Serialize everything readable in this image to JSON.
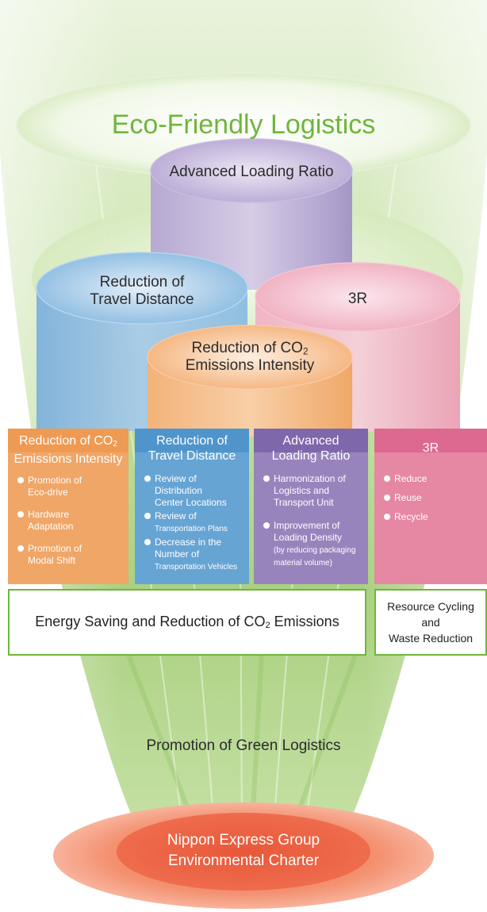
{
  "top_title": "Eco-Friendly Logistics",
  "cylinders": {
    "loading": "Advanced Loading Ratio",
    "travel_line1": "Reduction of",
    "travel_line2": "Travel Distance",
    "threeR": "3R",
    "co2_line1": "Reduction of CO",
    "co2_sub": "2",
    "co2_line2": "Emissions Intensity"
  },
  "columns": [
    {
      "head_line1": "Reduction of CO",
      "head_sub": "2",
      "head_line2": "Emissions Intensity",
      "items": [
        [
          "Promotion of",
          "Eco-drive"
        ],
        [
          "Hardware",
          "Adaptation"
        ],
        [
          "Promotion of",
          "Modal Shift"
        ]
      ]
    },
    {
      "head_line1": "Reduction of",
      "head_line2": "Travel Distance",
      "items": [
        [
          "Review of",
          "Distribution",
          "Center Locations"
        ],
        [
          "Review of",
          "Transportation Plans"
        ],
        [
          "Decrease in the",
          "Number of",
          "Transportation Vehicles"
        ]
      ]
    },
    {
      "head_line1": "Advanced",
      "head_line2": "Loading Ratio",
      "items": [
        [
          "Harmonization of",
          "Logistics and",
          "Transport Unit"
        ],
        [
          "Improvement of",
          "Loading Density",
          "(by reducing packaging",
          "material volume)"
        ]
      ]
    },
    {
      "head": "3R",
      "items": [
        [
          "Reduce"
        ],
        [
          "Reuse"
        ],
        [
          "Recycle"
        ]
      ]
    }
  ],
  "results": {
    "energy_part1": "Energy Saving and Reduction of CO",
    "energy_sub": "2",
    "energy_part2": " Emissions",
    "resource_line1": "Resource Cycling",
    "resource_line2": "and",
    "resource_line3": "Waste Reduction"
  },
  "green_logistics": "Promotion of Green Logistics",
  "charter_line1": "Nippon Express Group",
  "charter_line2": "Environmental Charter",
  "colors": {
    "green": "#6fb63a",
    "orange": "#ef9a52",
    "blue": "#5f9fcf",
    "purple": "#8d76b3",
    "pink": "#e2789a",
    "red": "#ea5a3c"
  }
}
